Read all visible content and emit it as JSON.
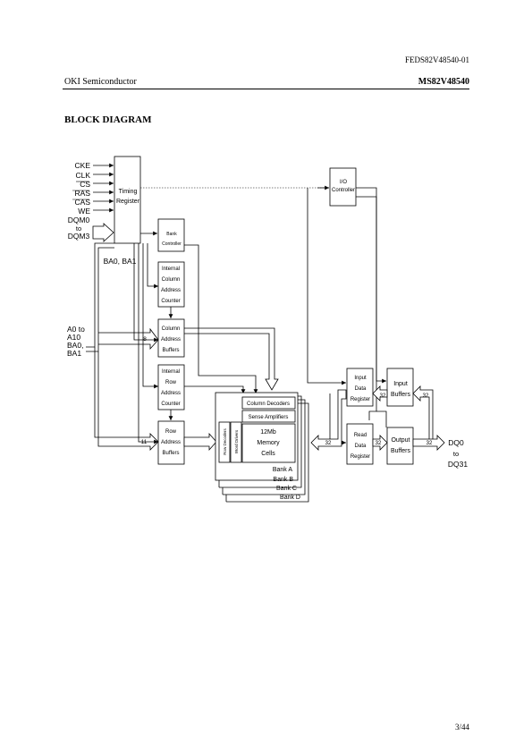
{
  "header": {
    "doc_code": "FEDS82V48540-01",
    "company": "OKI Semiconductor",
    "part_number": "MS82V48540"
  },
  "title": "BLOCK DIAGRAM",
  "page_number": "3/44",
  "diagram": {
    "inputs": [
      "CKE",
      "CLK",
      "CS",
      "RAS",
      "CAS",
      "WE"
    ],
    "dqm_label": [
      "DQM0",
      "to",
      "DQM3"
    ],
    "address_label": [
      "A0 to",
      "A10",
      "BA0,",
      "BA1"
    ],
    "ba_label": "BA0, BA1",
    "timing_register": [
      "Timing",
      "Register"
    ],
    "bank_controller": [
      "Bank",
      "Controller"
    ],
    "internal_column_counter": [
      "Internal",
      "Column",
      "Address",
      "Counter"
    ],
    "column_buffers": [
      "Column",
      "Address",
      "Buffers"
    ],
    "internal_row_counter": [
      "Internal",
      "Row",
      "Address",
      "Counter"
    ],
    "row_buffers": [
      "Row",
      "Address",
      "Buffers"
    ],
    "io_controller": [
      "I/O",
      "Controller"
    ],
    "column_decoders": "Column Decoders",
    "sense_amplifiers": "Sense Amplifiers",
    "row_decoders": "Row Decoders",
    "word_drivers": "Word Drivers",
    "memory_cells": [
      "12Mb",
      "Memory",
      "Cells"
    ],
    "banks": [
      "Bank A",
      "Bank B",
      "Bank C",
      "Bank D"
    ],
    "input_data_register": [
      "Input",
      "Data",
      "Register"
    ],
    "read_data_register": [
      "Read",
      "Data",
      "Register"
    ],
    "input_buffers": [
      "Input",
      "Buffers"
    ],
    "output_buffers": [
      "Output",
      "Buffers"
    ],
    "dq_label": [
      "DQ0",
      "to",
      "DQ31"
    ],
    "bus_widths": {
      "column": "8",
      "row": "11",
      "data": "32"
    }
  }
}
